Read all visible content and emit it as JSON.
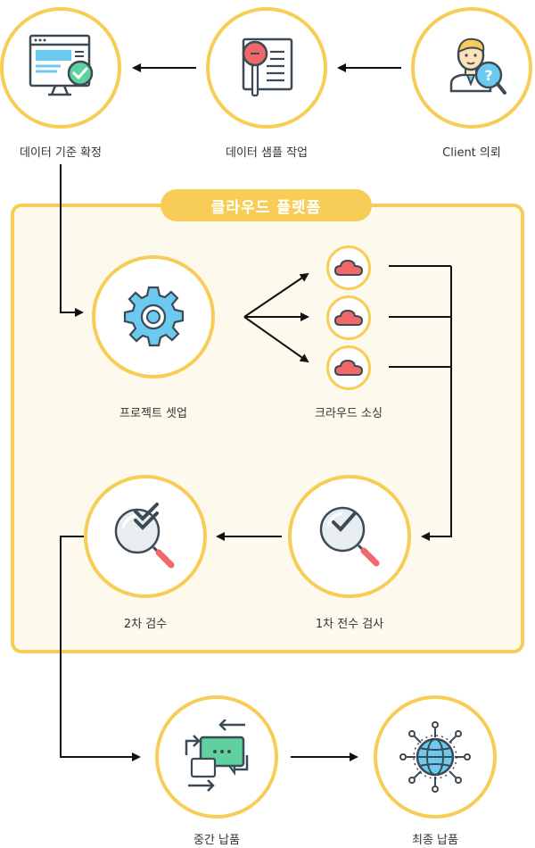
{
  "platform": {
    "title": "클라우드 플랫폼"
  },
  "steps": {
    "client_request": "Client 의뢰",
    "sample_work": "데이터 샘플 작업",
    "criteria_confirm": "데이터 기준 확정",
    "project_setup": "프로젝트 셋업",
    "crowd_sourcing": "크라우드 소싱",
    "first_inspection": "1차 전수 검사",
    "second_inspection": "2차 검수",
    "interim_delivery": "중간 납품",
    "final_delivery": "최종 납품"
  },
  "colors": {
    "circle_border": "#f7cd57",
    "platform_bg": "#fdf9ec",
    "arrow": "#111111",
    "accent_blue": "#6ccaf0",
    "accent_red": "#f0686a",
    "accent_green": "#5fd0a0"
  }
}
